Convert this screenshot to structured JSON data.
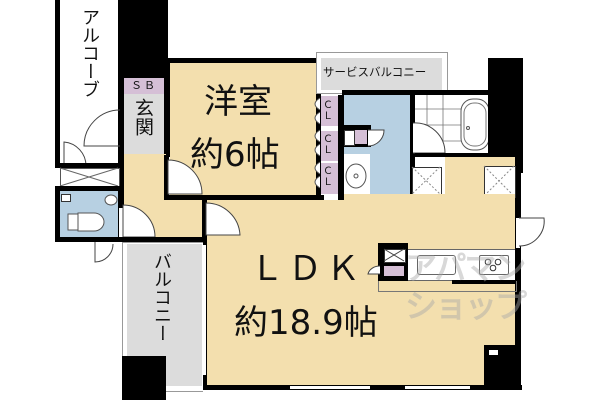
{
  "floor_plan": {
    "rooms": {
      "western_room": {
        "name": "洋室",
        "size": "約6帖"
      },
      "ldk": {
        "name": "ＬＤＫ",
        "size": "約18.9帖"
      },
      "entrance": {
        "name": "玄関"
      },
      "shoe_box": {
        "name": "ＳＢ"
      },
      "alcove": {
        "name": "アルコーブ"
      },
      "balcony": {
        "name": "バルコニー"
      },
      "service_balcony": {
        "name": "サービスバルコニー"
      },
      "closets": [
        {
          "name": "ＣＬ"
        },
        {
          "name": "ＣＬ"
        },
        {
          "name": "ＣＬ"
        }
      ]
    },
    "watermark": {
      "text": "アパマンショップ",
      "line1": "アパマン",
      "line2": "ショップ"
    },
    "colors": {
      "wood_floor": "#f3dfae",
      "wet_area": "#b7d0e2",
      "balcony": "#dcdcdc",
      "storage": "#d5bfd6",
      "wall": "#000000"
    }
  }
}
